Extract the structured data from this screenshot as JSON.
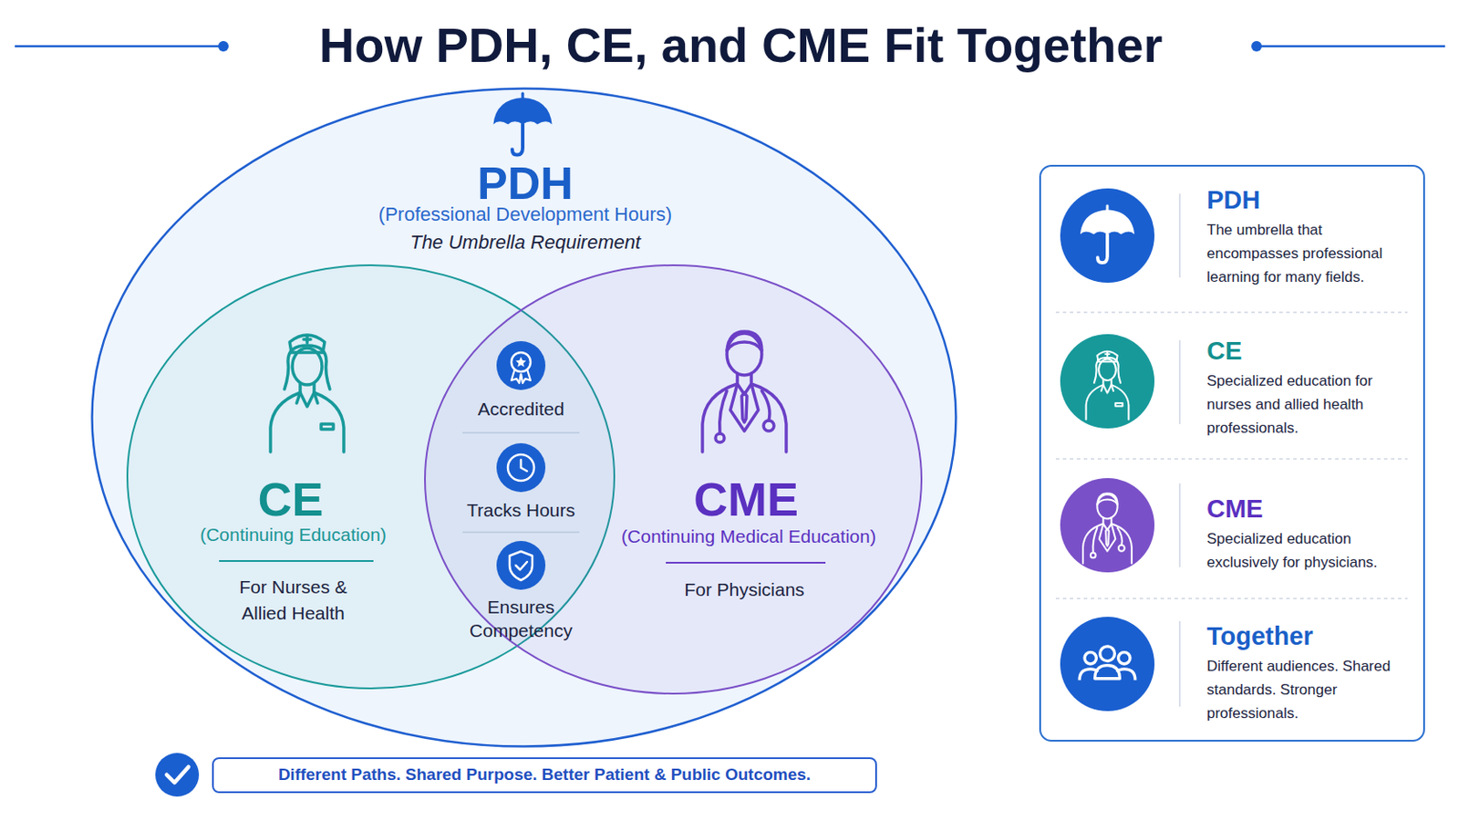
{
  "diagram": {
    "title": "How PDH, CE, and CME Fit Together",
    "nodes": [
      {
        "text": [
          "PDH",
          "(Professional Development Hours)",
          "The Umbrella Requirement"
        ]
      },
      {
        "text": [
          "CE",
          "(Continuing Education)",
          "For Nurses & Allied Health"
        ],
        "in": 0
      },
      {
        "text": [
          "Accredited",
          "Tracks Hours",
          "Ensures Competency"
        ],
        "in": 0
      },
      {
        "text": [
          "CME",
          "(Continuing Medical Education)",
          "For Physicians"
        ],
        "in": 0
      },
      {
        "text": [
          "Different Paths. Shared Purpose. Better Patient & Public Outcomes."
        ]
      },
      {
        "text": []
      },
      {
        "text": [
          "PDH",
          "The umbrella that encompasses professional learning for many fields."
        ],
        "in": 5
      },
      {
        "text": [
          "CE",
          "Specialized education for nurses and allied health professionals."
        ],
        "in": 5
      },
      {
        "text": [
          "CME",
          "Specialized education exclusively for physicians."
        ],
        "in": 5
      },
      {
        "text": [
          "Together",
          "Different audiences. Shared standards. Stronger professionals."
        ],
        "in": 5
      }
    ]
  }
}
